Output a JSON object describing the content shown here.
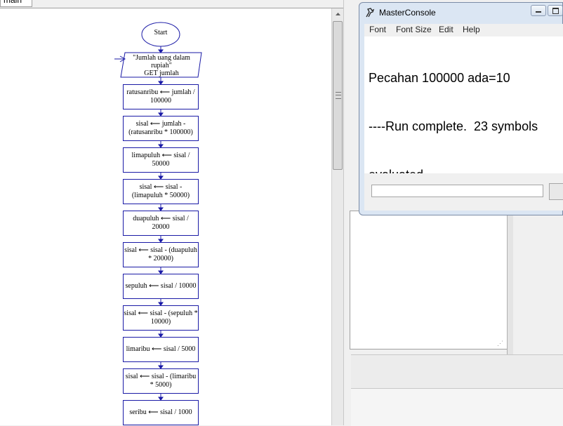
{
  "left_pane": {
    "tab_label": "main",
    "flowchart": {
      "start": "Start",
      "input_prompt": "\"Jumlah uang dalam rupiah\"",
      "input_get": "GET jumlah",
      "steps": [
        "ratusanribu ⟵ jumlah / 100000",
        "sisal ⟵ jumlah - (ratusanribu * 100000)",
        "limapuluh ⟵ sisal / 50000",
        "sisal ⟵ sisal - (limapuluh * 50000)",
        "duapuluh ⟵ sisal / 20000",
        "sisal ⟵ sisal - (duapuluh * 20000)",
        "sepuluh ⟵ sisal / 10000",
        "sisal ⟵ sisal - (sepuluh * 10000)",
        "limaribu ⟵ sisal / 5000",
        "sisal ⟵ sisal - (limaribu * 5000)",
        "seribu ⟵ sisal / 1000"
      ]
    }
  },
  "console": {
    "title": "MasterConsole",
    "menu": [
      "Font",
      "Font Size",
      "Edit",
      "Help"
    ],
    "output_lines": [
      "Pecahan 100000 ada=10",
      "----Run complete.  23 symbols",
      "evaluated.----"
    ],
    "input_value": ""
  },
  "colors": {
    "flow_stroke": "#1a1aa6",
    "console_frame": "#dbe6f3"
  }
}
